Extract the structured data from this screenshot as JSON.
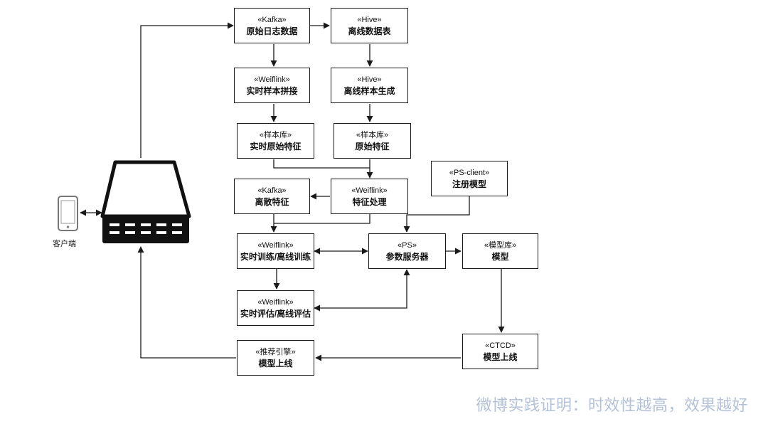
{
  "nodes": {
    "kafka_raw_log": {
      "stereotype": "«Kafka»",
      "name": "原始日志数据"
    },
    "hive_offline_table": {
      "stereotype": "«Hive»",
      "name": "离线数据表"
    },
    "weiflink_realtime_sample": {
      "stereotype": "«Weiflink»",
      "name": "实时样本拼接"
    },
    "hive_offline_sample": {
      "stereotype": "«Hive»",
      "name": "离线样本生成"
    },
    "sample_realtime_feature": {
      "stereotype": "«样本库»",
      "name": "实时原始特征"
    },
    "sample_raw_feature": {
      "stereotype": "«样本库»",
      "name": "原始特征"
    },
    "ps_client": {
      "stereotype": "«PS-client»",
      "name": "注册模型"
    },
    "kafka_discrete": {
      "stereotype": "«Kafka»",
      "name": "离散特征"
    },
    "weiflink_feature": {
      "stereotype": "«Weiflink»",
      "name": "特征处理"
    },
    "weiflink_train": {
      "stereotype": "«Weiflink»",
      "name": "实时训练/离线训练"
    },
    "ps_server": {
      "stereotype": "«PS»",
      "name": "参数服务器"
    },
    "model_store": {
      "stereotype": "«模型库»",
      "name": "模型"
    },
    "weiflink_eval": {
      "stereotype": "«Weiflink»",
      "name": "实时评估/离线评估"
    },
    "ctcd": {
      "stereotype": "«CTCD»",
      "name": "模型上线"
    },
    "rec_engine": {
      "stereotype": "«推荐引擎»",
      "name": "模型上线"
    }
  },
  "client_label": "客户端",
  "caption": "微博实践证明：时效性越高，效果越好",
  "colors": {
    "line": "#1a1a1a",
    "caption": "#b4c2d8"
  }
}
